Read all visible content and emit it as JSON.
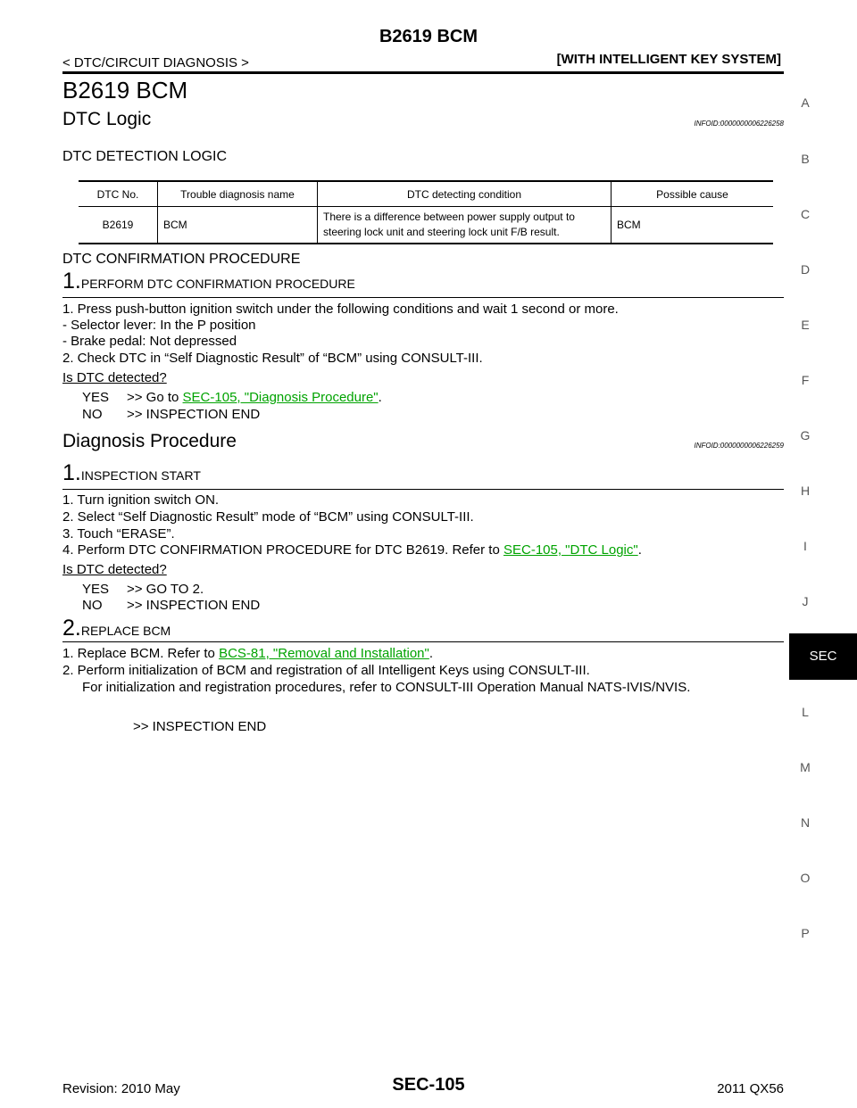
{
  "header": {
    "title": "B2619 BCM",
    "section": "< DTC/CIRCUIT DIAGNOSIS >",
    "system": "[WITH INTELLIGENT KEY SYSTEM]"
  },
  "page_title": "B2619 BCM",
  "dtc_logic": {
    "heading": "DTC Logic",
    "infoid": "INFOID:0000000006226258",
    "detection_heading": "DTC DETECTION LOGIC",
    "table": {
      "headers": [
        "DTC No.",
        "Trouble diagnosis name",
        "DTC detecting condition",
        "Possible cause"
      ],
      "row": [
        "B2619",
        "BCM",
        "There is a difference between power supply output to steering lock unit and steering lock unit F/B result.",
        "BCM"
      ]
    },
    "confirmation_heading": "DTC CONFIRMATION PROCEDURE",
    "step1": {
      "num": "1.",
      "title": "PERFORM DTC CONFIRMATION PROCEDURE",
      "lines": [
        "1. Press push-button ignition switch under the following conditions and wait 1 second or more.",
        "-   Selector lever: In the P position",
        "-   Brake pedal: Not depressed",
        "2. Check DTC in “Self Diagnostic Result” of “BCM” using CONSULT-III."
      ],
      "question": "Is DTC detected?",
      "yes_label": "YES",
      "yes_prefix": ">> Go to ",
      "yes_link": "SEC-105, \"Diagnosis Procedure\"",
      "yes_suffix": ".",
      "no_label": "NO",
      "no_text": ">> INSPECTION END"
    }
  },
  "diagnosis": {
    "heading": "Diagnosis Procedure",
    "infoid": "INFOID:0000000006226259",
    "step1": {
      "num": "1.",
      "title": "INSPECTION START",
      "lines": [
        "1. Turn ignition switch ON.",
        "2. Select “Self Diagnostic Result” mode of “BCM” using CONSULT-III.",
        "3. Touch “ERASE”."
      ],
      "line4_prefix": "4. Perform DTC CONFIRMATION PROCEDURE for DTC B2619. Refer to ",
      "line4_link": "SEC-105, \"DTC Logic\"",
      "line4_suffix": ".",
      "question": "Is DTC detected?",
      "yes_label": "YES",
      "yes_text": ">> GO TO 2.",
      "no_label": "NO",
      "no_text": ">> INSPECTION END"
    },
    "step2": {
      "num": "2.",
      "title": "REPLACE BCM",
      "line1_prefix": "1. Replace BCM. Refer to ",
      "line1_link": "BCS-81, \"Removal and Installation\"",
      "line1_suffix": ".",
      "line2": "2. Perform initialization of BCM and registration of all Intelligent Keys using CONSULT-III.",
      "line3": "For initialization and registration procedures, refer to CONSULT-III Operation Manual NATS-IVIS/NVIS.",
      "end": ">> INSPECTION END"
    }
  },
  "side_index": [
    "A",
    "B",
    "C",
    "D",
    "E",
    "F",
    "G",
    "H",
    "I",
    "J",
    "SEC",
    "L",
    "M",
    "N",
    "O",
    "P"
  ],
  "footer": {
    "revision": "Revision: 2010 May",
    "page": "SEC-105",
    "model": "2011 QX56"
  }
}
